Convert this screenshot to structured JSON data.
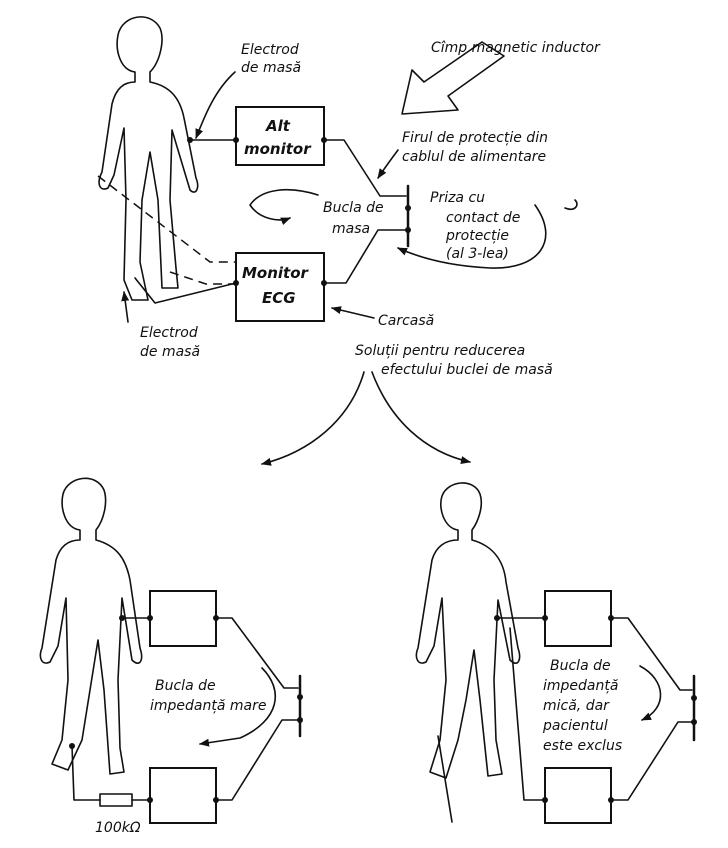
{
  "labels": {
    "electrode_top": [
      "Electrod",
      "de masă"
    ],
    "magnetic_field": "Cîmp magnetic inductor",
    "alt_monitor": [
      "Alt",
      "monitor"
    ],
    "protection_wire": [
      "Firul de protecție din",
      "cablul de alimentare"
    ],
    "ground_loop": [
      "Bucla de",
      "masa"
    ],
    "socket": [
      "Priza cu",
      "contact de",
      "protecție",
      "(al 3-lea)"
    ],
    "monitor_ecg": [
      "Monitor",
      "ECG"
    ],
    "housing": "Carcasă",
    "electrode_bottom": [
      "Electrod",
      "de masă"
    ],
    "solutions": [
      "Soluții pentru reducerea",
      "efectului buclei de masă"
    ],
    "high_impedance": [
      "Bucla de",
      "impedanță mare"
    ],
    "resistor": "100kΩ",
    "low_impedance": [
      "Bucla de",
      "impedanță",
      "mică, dar",
      "pacientul",
      "este exclus"
    ]
  }
}
